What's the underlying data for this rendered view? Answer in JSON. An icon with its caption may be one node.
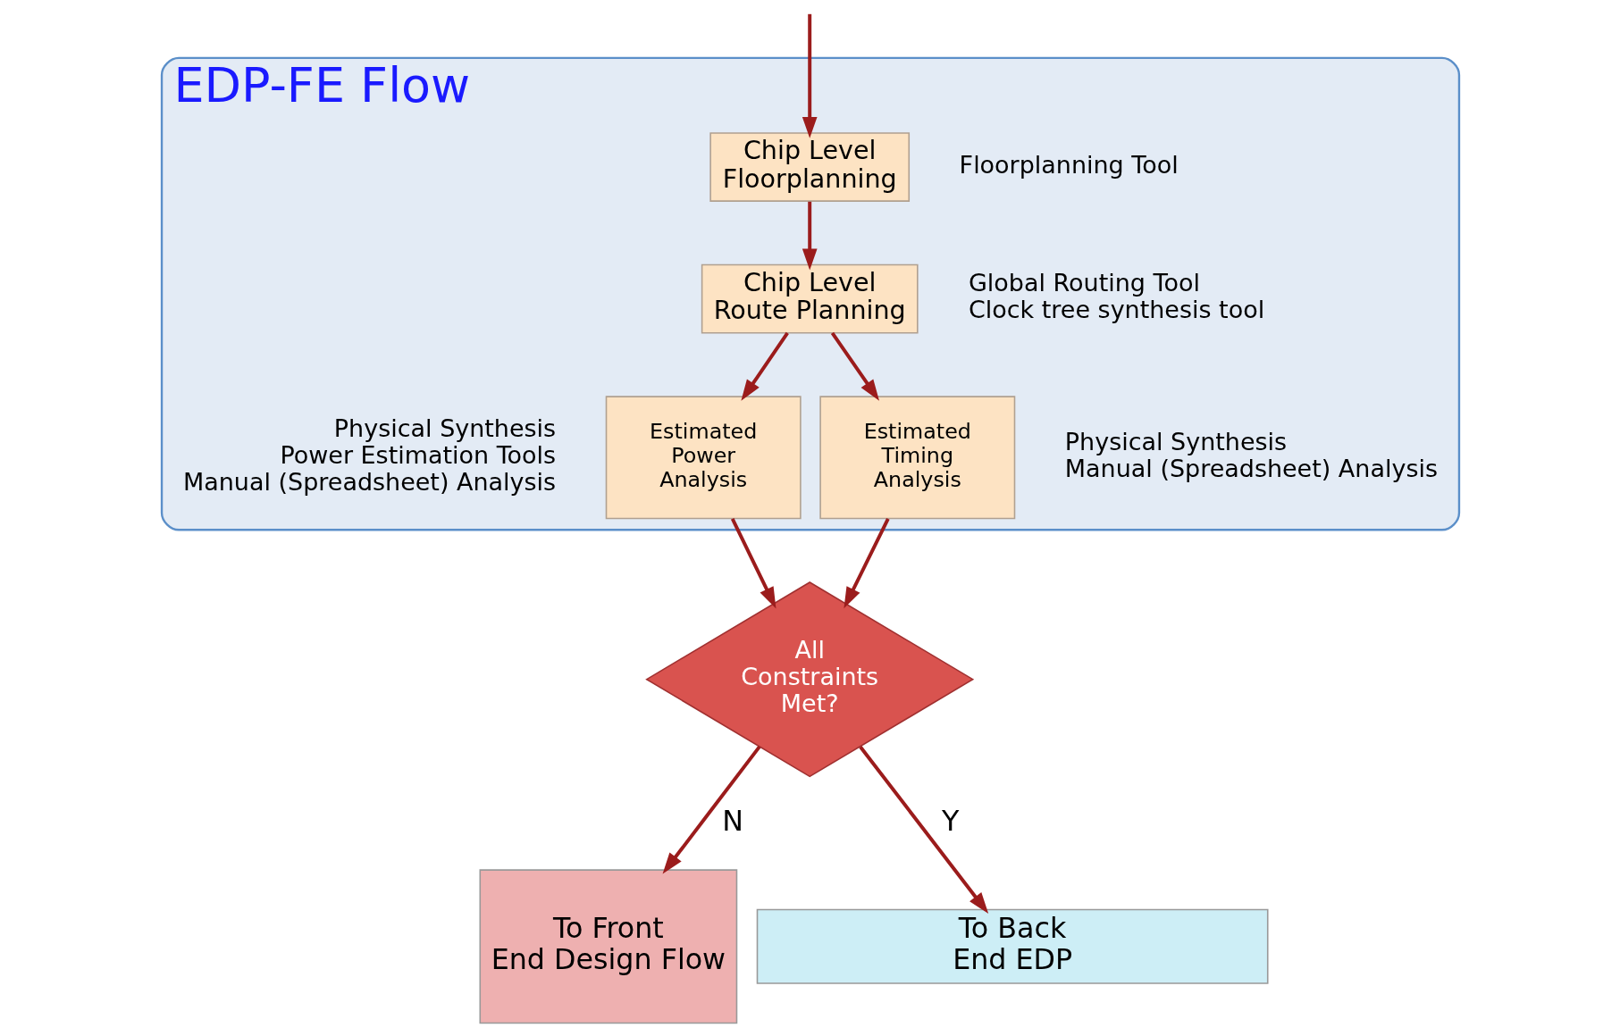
{
  "diagram": {
    "nodes": [
      {
        "text": [
          "EDP-FE Flow"
        ]
      },
      {
        "text": [
          "Chip Level Floorplanning"
        ],
        "in": 0,
        "beside": [
          "Floorplanning Tool"
        ]
      },
      {
        "text": [
          "Chip Level Route Planning"
        ],
        "in": 0,
        "beside": [
          "Global Routing Tool",
          "Clock tree synthesis tool"
        ]
      },
      {
        "text": [
          "Estimated Power Analysis"
        ],
        "in": 0,
        "beside": [
          "Physical Synthesis",
          "Power Estimation Tools",
          "Manual (Spreadsheet) Analysis"
        ]
      },
      {
        "text": [
          "Estimated Timing Analysis"
        ],
        "in": 0,
        "beside": [
          "Physical Synthesis",
          "Manual (Spreadsheet) Analysis"
        ]
      },
      {
        "text": [
          "All Constraints Met?"
        ]
      },
      {
        "text": [
          "To Front End Design Flow"
        ]
      },
      {
        "text": [
          "To Back End EDP"
        ]
      }
    ],
    "edges": [
      {
        "from": null,
        "to": 1,
        "arrow": "to"
      },
      {
        "from": 1,
        "to": 2,
        "arrow": "to"
      },
      {
        "from": 2,
        "to": 3,
        "arrow": "to"
      },
      {
        "from": 2,
        "to": 4,
        "arrow": "to"
      },
      {
        "from": 3,
        "to": 5,
        "arrow": "to"
      },
      {
        "from": 4,
        "to": 5,
        "arrow": "to"
      },
      {
        "from": 5,
        "to": 6,
        "label": "N",
        "arrow": "to"
      },
      {
        "from": 5,
        "to": 7,
        "label": "Y",
        "arrow": "to"
      }
    ]
  }
}
